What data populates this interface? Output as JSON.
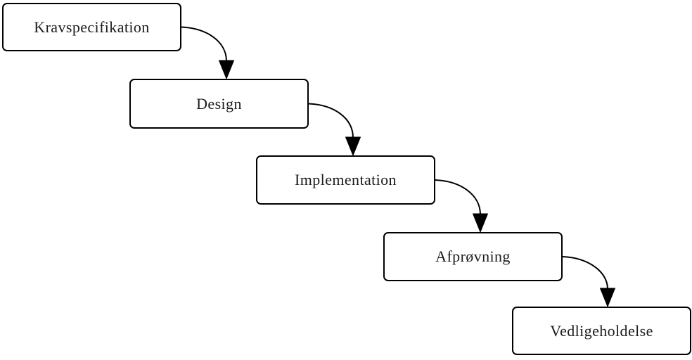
{
  "diagram": {
    "type": "flowchart",
    "style": "waterfall-cascade",
    "steps": [
      "Kravspecifikation",
      "Design",
      "Implementation",
      "Afprøvning",
      "Vedligeholdelse"
    ],
    "connections": [
      {
        "from": "Kravspecifikation",
        "to": "Design",
        "direction": "down"
      },
      {
        "from": "Design",
        "to": "Implementation",
        "direction": "down"
      },
      {
        "from": "Implementation",
        "to": "Afprøvning",
        "direction": "down"
      },
      {
        "from": "Afprøvning",
        "to": "Vedligeholdelse",
        "direction": "down"
      }
    ],
    "colors": {
      "background": "#ffffff",
      "box_fill": "#ffffff",
      "stroke": "#000000",
      "text": "#1c1c1c"
    }
  }
}
